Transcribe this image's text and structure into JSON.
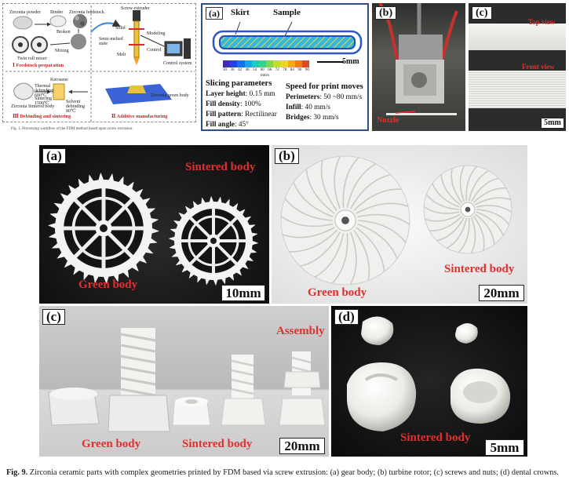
{
  "workflow": {
    "labels": {
      "zirconia_powder": "Zirconia powder",
      "binder": "Binder",
      "zirconia_feedstock": "Zirconia feedstock",
      "broken": "Broken",
      "mixing": "Mixing",
      "twin_roll_mixer": "Twin roll mixer",
      "screw_extruder": "Screw extruder",
      "solid": "Solid",
      "semi_melted": "Semi-melted state",
      "melt": "Melt",
      "modeling": "Modeling",
      "control": "Control",
      "control_system": "Control system",
      "zirconia_green_body": "Zirconia green body",
      "kerosene": "Kerosene",
      "thermal_debinding": "Thermal debinding 600℃",
      "sintering": "Sintering 1500℃",
      "solvent_debinding": "Solvent debinding 80℃",
      "zirconia_sintered_body": "Zirconia Sintered body"
    },
    "stages": {
      "s1": "Ⅰ Feedstock preparation",
      "s2": "Ⅱ Additive manufacturing",
      "s3": "Ⅲ Debinding and sintering"
    },
    "caption": "Fig. 1. Processing workflow of the FDM method based upon screw extrusion."
  },
  "slicing": {
    "panel_label": "(a)",
    "skirt": "Skirt",
    "sample": "Sample",
    "scale": "5mm",
    "colorbar_ticks": [
      "30",
      "36",
      "42",
      "48",
      "54",
      "60",
      "66",
      "72",
      "78",
      "84",
      "90",
      "96"
    ],
    "colorbar_unit": "mm/s",
    "colorbar_colors": [
      "#3b2fb0",
      "#2346d8",
      "#1c6fe8",
      "#1aa6e3",
      "#22c7c2",
      "#3dd18a",
      "#7fd84e",
      "#c2dd37",
      "#f0d42d",
      "#f5a623",
      "#f07a22",
      "#e0482a"
    ],
    "params_title": "Slicing parameters",
    "params": [
      {
        "key": "Layer height",
        "value": ": 0.15 mm"
      },
      {
        "key": "Fill density",
        "value": ": 100%"
      },
      {
        "key": "Fill pattern",
        "value": ": Rectilinear"
      },
      {
        "key": "Fill angle",
        "value": ": 45°"
      }
    ],
    "speed_title": "Speed for print moves",
    "speeds": [
      {
        "key": "Perimeters",
        "value": ": 50 ~80 mm/s"
      },
      {
        "key": "Infill",
        "value": ": 40 mm/s"
      },
      {
        "key": "Bridges",
        "value": ": 30 mm/s"
      }
    ]
  },
  "panel_b_top": {
    "label": "(b)",
    "nozzle": "Nozzle"
  },
  "panel_c_top": {
    "label": "(c)",
    "top_view": "Top view",
    "front_view": "Front view",
    "scale": "5mm"
  },
  "gear": {
    "label": "(a)",
    "sintered": "Sintered body",
    "green": "Green body",
    "scale": "10mm"
  },
  "rotor": {
    "label": "(b)",
    "green": "Green body",
    "sintered": "Sintered body",
    "scale": "20mm"
  },
  "screws": {
    "label": "(c)",
    "assembly": "Assembly",
    "green": "Green body",
    "sintered": "Sintered body",
    "scale": "20mm"
  },
  "crowns": {
    "label": "(d)",
    "sintered": "Sintered body",
    "scale": "5mm"
  },
  "caption": {
    "fig": "Fig. 9.",
    "text": " Zirconia ceramic parts with complex geometries printed by FDM based via screw extrusion: (a) gear body; (b) turbine rotor; (c) screws and nuts; (d) dental crowns."
  }
}
